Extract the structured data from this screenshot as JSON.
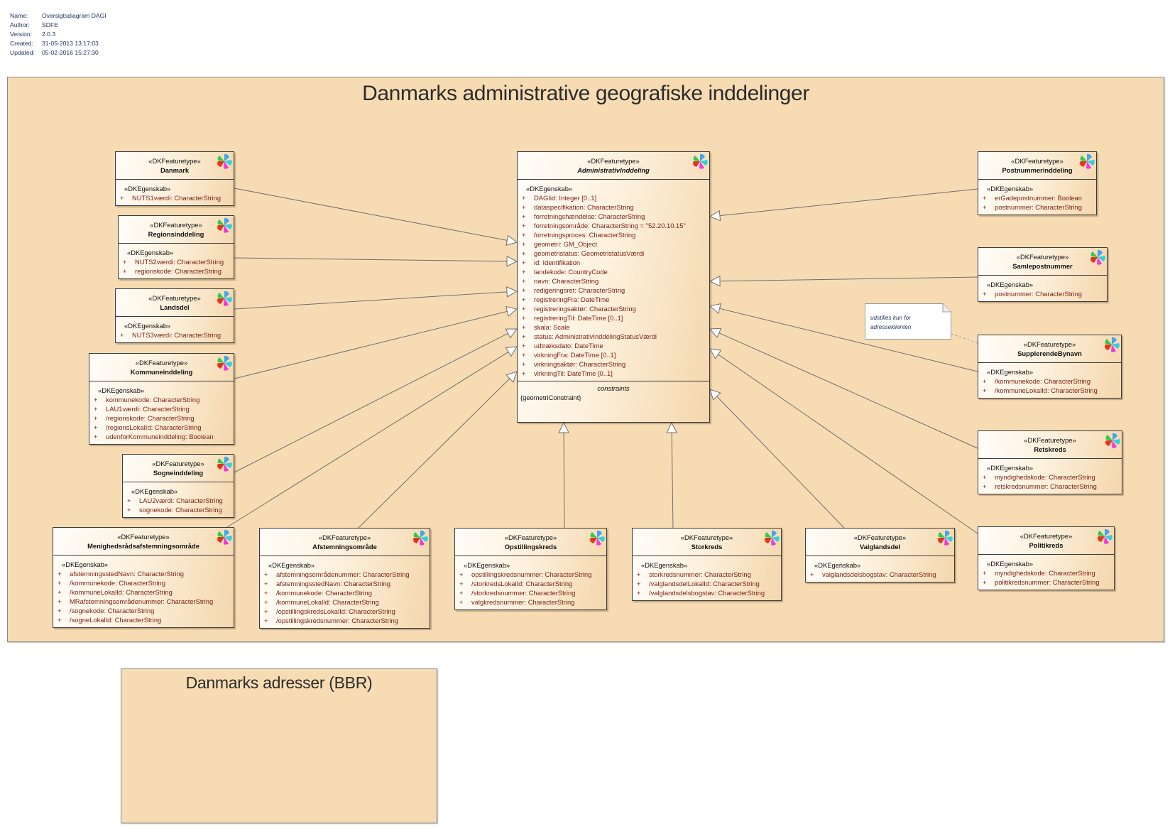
{
  "meta": {
    "name_label": "Name:",
    "name": "Oversigtsdiagram DAGI",
    "author_label": "Author:",
    "author": "SDFE",
    "version_label": "Version:",
    "version": "2.0.3",
    "created_label": "Created:",
    "created": "31-05-2013 13:17:03",
    "updated_label": "Updated:",
    "updated": "05-02-2016 15:27:30"
  },
  "packages": {
    "dagi": "Danmarks administrative geografiske inddelinger",
    "bbr": "Danmarks adresser (BBR)"
  },
  "note": {
    "line1": "udstilles kun for",
    "line2": "adresseklienten"
  },
  "stereotype_class": "«DKFeaturetype»",
  "stereotype_attr": "«DKEgenskab»",
  "icon": "element-type-flower-icon",
  "classes": [
    {
      "id": "administrativinddeling",
      "name": "AdministrativInddeling",
      "abstract": true,
      "attrs": [
        "DAGIid: Integer [0..1]",
        "dataspecifikation: CharacterString",
        "forretningshændelse: CharacterString",
        "forretningsområde: CharacterString = \"52.20.10.15\"",
        "forretningsproces: CharacterString",
        "geometri: GM_Object",
        "geometristatus: GeometristatusVærdi",
        "id: Identifikation",
        "landekode: CountryCode",
        "navn: CharacterString",
        "redigeringsret: CharacterString",
        "registreringFra: DateTime",
        "registreringsaktør: CharacterString",
        "registreringTil: DateTime [0..1]",
        "skala: Scale",
        "status: AdministrativInddelingStatusVærdi",
        "udtræksdato: DateTime",
        "virkningFra: DateTime [0..1]",
        "virkningsaktør: CharacterString",
        "virkningTil: DateTime [0..1]"
      ],
      "constraints_title": "constraints",
      "constraints": "{geometriConstraint}"
    },
    {
      "id": "danmark",
      "name": "Danmark",
      "attrs": [
        "NUTS1værdi: CharacterString"
      ]
    },
    {
      "id": "regionsinddeling",
      "name": "Regionsinddeling",
      "attrs": [
        "NUTS2værdi: CharacterString",
        "regionskode: CharacterString"
      ]
    },
    {
      "id": "landsdel",
      "name": "Landsdel",
      "attrs": [
        "NUTS3værdi: CharacterString"
      ]
    },
    {
      "id": "kommuneinddeling",
      "name": "Kommuneinddeling",
      "attrs": [
        "kommunekode: CharacterString",
        "LAU1værdi: CharacterString",
        "/regionskode: CharacterString",
        "/regionsLokalId: CharacterString",
        "udenforKommuneinddeling: Boolean"
      ]
    },
    {
      "id": "sogneinddeling",
      "name": "Sogneinddeling",
      "attrs": [
        "LAU2værdi: CharacterString",
        "sognekode: CharacterString"
      ]
    },
    {
      "id": "menighedsraad",
      "name": "Menighedsrådsafstemningsområde",
      "attrs": [
        "afstemningsstedNavn: CharacterString",
        "/kommunekode: CharacterString",
        "/kommuneLokalId: CharacterString",
        "MRafstemningsområdenummer: CharacterString",
        "/sognekode: CharacterString",
        "/sogneLokalId: CharacterString"
      ]
    },
    {
      "id": "afstemningsomraade",
      "name": "Afstemningsområde",
      "attrs": [
        "afstemningsområdenummer: CharacterString",
        "afstemningsstedNavn: CharacterString",
        "/kommunekode: CharacterString",
        "/kommuneLokalId: CharacterString",
        "/opstillingskredsLokalId: CharacterString",
        "/opstillingskredsnummer: CharacterString"
      ]
    },
    {
      "id": "opstillingskreds",
      "name": "Opstillingskreds",
      "attrs": [
        "opstillingskredsnummer: CharacterString",
        "/storkredsLokalId: CharacterString",
        "/storkredsnummer: CharacterString",
        "valgkredsnummer: CharacterString"
      ]
    },
    {
      "id": "storkreds",
      "name": "Storkreds",
      "attrs": [
        "storkredsnummer: CharacterString",
        "/valglandsdelLokalId: CharacterString",
        "/valglandsdelsbogstav: CharacterString"
      ]
    },
    {
      "id": "valglandsdel",
      "name": "Valglandsdel",
      "attrs": [
        "valglandsdelsbogstav: CharacterString"
      ]
    },
    {
      "id": "politikreds",
      "name": "Politikreds",
      "attrs": [
        "myndighedskode: CharacterString",
        "politikredsnummer: CharacterString"
      ]
    },
    {
      "id": "postnummerinddeling",
      "name": "Postnummerinddeling",
      "attrs": [
        "erGadepostnummer: Boolean",
        "postnummer: CharacterString"
      ]
    },
    {
      "id": "samlepostnummer",
      "name": "Samlepostnummer",
      "attrs": [
        "postnummer: CharacterString"
      ]
    },
    {
      "id": "supplerendebynavn",
      "name": "SupplerendeBynavn",
      "attrs": [
        "/kommunekode: CharacterString",
        "/kommuneLokalId: CharacterString"
      ]
    },
    {
      "id": "retskreds",
      "name": "Retskreds",
      "attrs": [
        "myndighedskode: CharacterString",
        "retskredsnummer: CharacterString"
      ]
    }
  ],
  "visibility_symbol": "+"
}
